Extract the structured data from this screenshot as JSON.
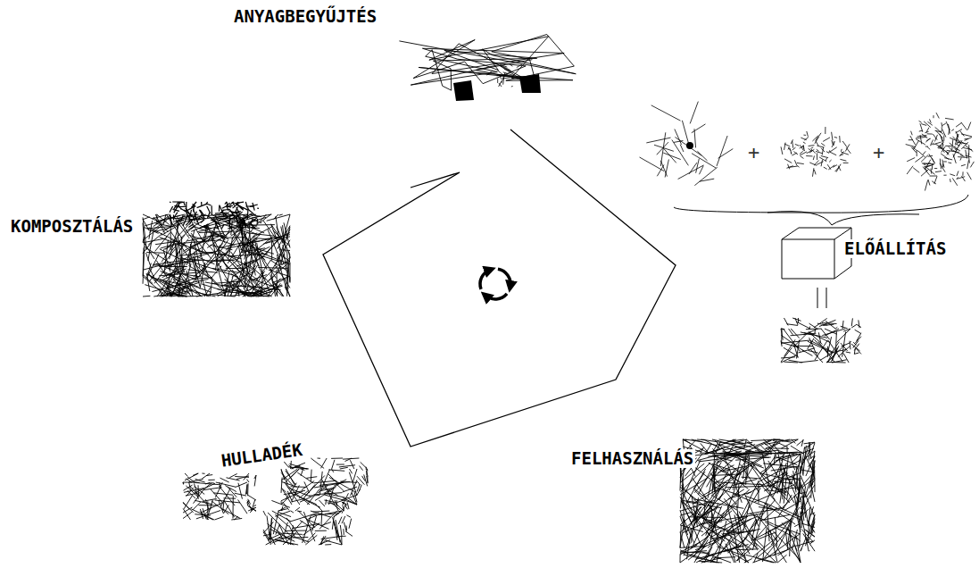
{
  "diagram": {
    "labels": [
      "ANYAGBEGYŰJTÉS",
      "+",
      "+",
      "ELŐÁLLÍTÁS",
      "KOMPOSZTÁLÁS",
      "HULLADÉK",
      "FELHASZNÁLÁS"
    ]
  }
}
